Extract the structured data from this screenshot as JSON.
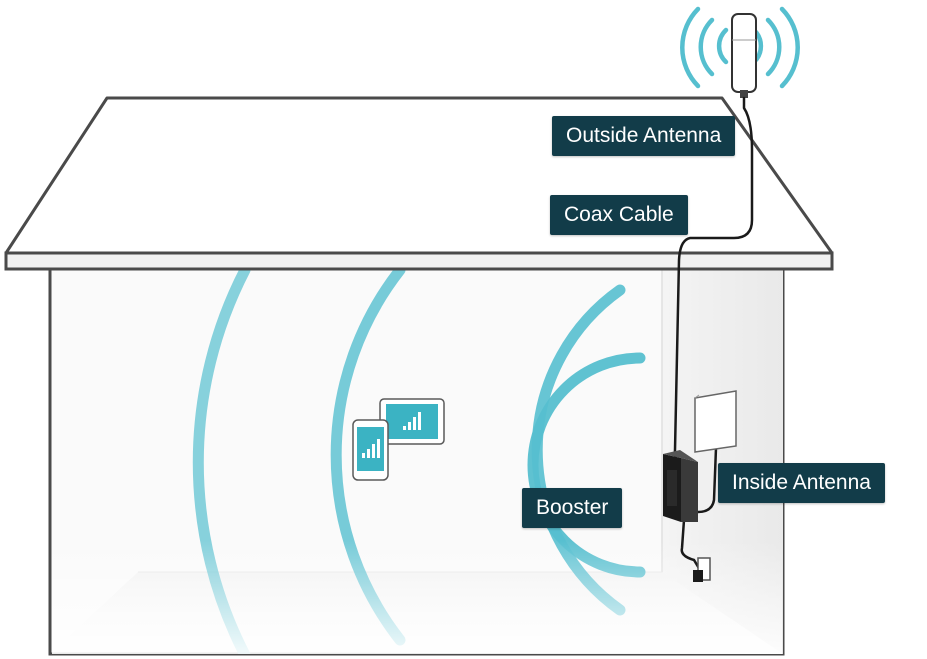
{
  "labels": {
    "outside_antenna": "Outside Antenna",
    "coax_cable": "Coax Cable",
    "booster": "Booster",
    "inside_antenna": "Inside Antenna"
  },
  "colors": {
    "signal": "#56bfcf",
    "label_bg": "#123c49",
    "label_text": "#ffffff",
    "outline": "#4a4a4a",
    "device_screen": "#3bb3c3",
    "booster_body": "#2b2b2b"
  },
  "icons": [
    "antenna-icon",
    "signal-waves-icon",
    "phone-icon",
    "tablet-icon",
    "booster-icon",
    "inside-antenna-icon",
    "power-plug-icon",
    "house-icon"
  ]
}
